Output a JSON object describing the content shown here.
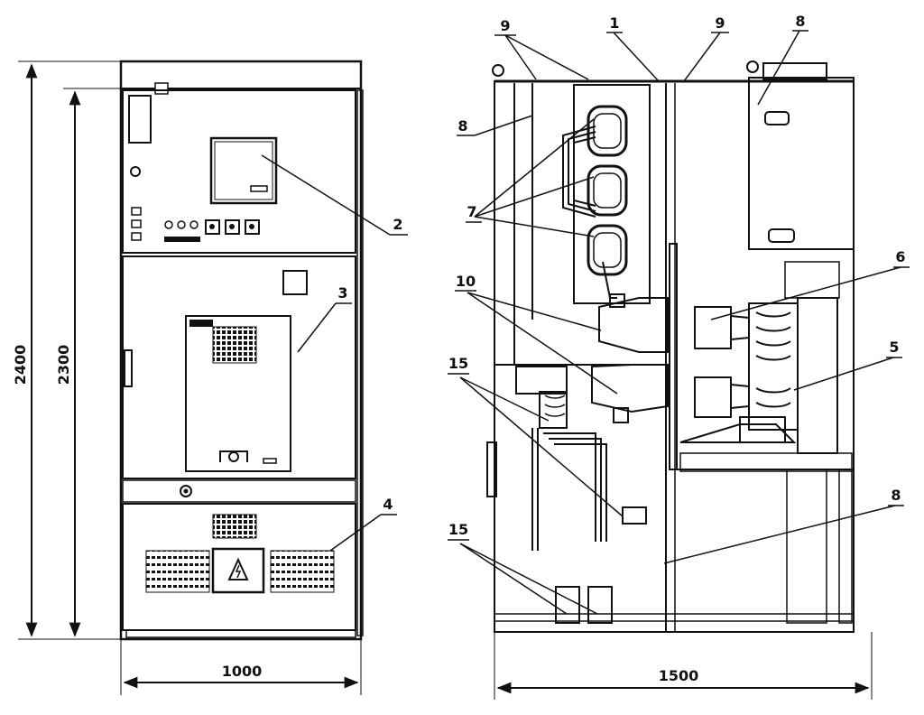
{
  "dimensions": {
    "front_height_total": "2400",
    "front_height_body": "2300",
    "front_width": "1000",
    "side_width": "1500"
  },
  "callouts": {
    "c1": "1",
    "c2": "2",
    "c3": "3",
    "c4": "4",
    "c5": "5",
    "c6": "6",
    "c7": "7",
    "c8a": "8",
    "c8b": "8",
    "c8c": "8",
    "c9a": "9",
    "c9b": "9",
    "c10": "10",
    "c15a": "15",
    "c15b": "15"
  }
}
